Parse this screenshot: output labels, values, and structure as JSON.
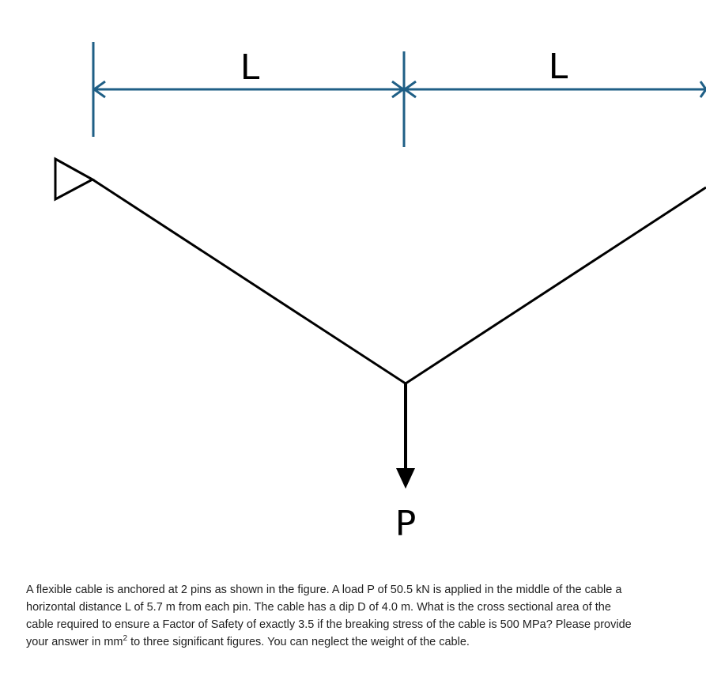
{
  "figure": {
    "span_labels": [
      "L",
      "L"
    ],
    "load_label": "P",
    "dimension_color": "#1f5f86",
    "cable_color": "#000000"
  },
  "problem": {
    "text_before_unit": "A flexible cable is anchored at 2 pins as shown in the figure. A load P of 50.5 kN is applied in the middle of the cable a horizontal distance L of 5.7 m from each pin. The cable has a dip D of 4.0 m. What is the cross sectional area of the cable required to ensure a Factor of Safety of exactly 3.5 if the breaking stress of the cable is 500 MPa? Please provide your answer in mm",
    "superscript": "2",
    "text_after_unit": " to three significant figures. You can neglect the weight of the cable."
  }
}
